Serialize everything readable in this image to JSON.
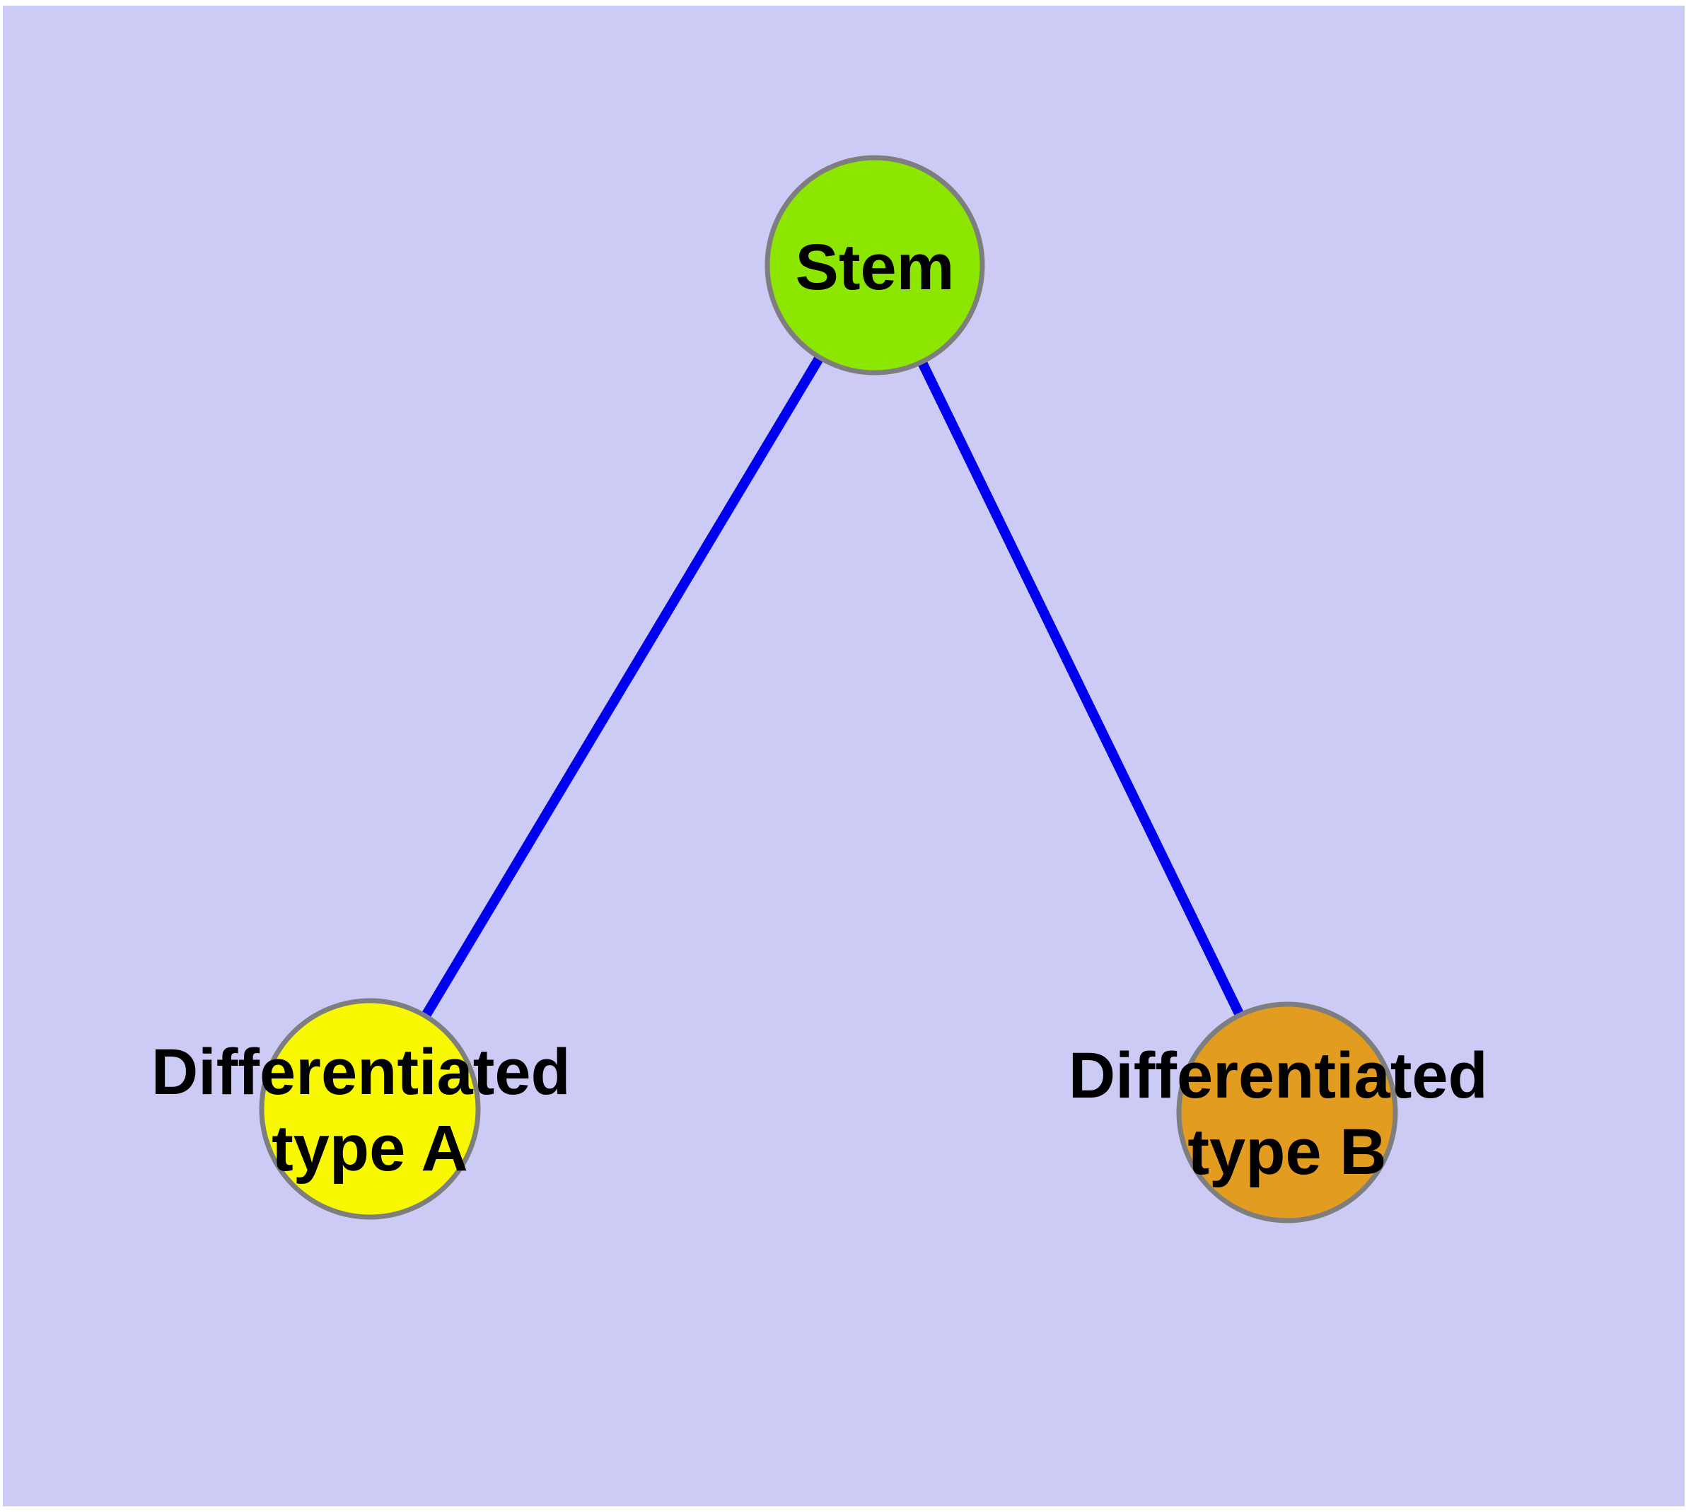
{
  "colors": {
    "page_margin": "#ffffff",
    "background": "#cbcbf5",
    "edge": "#0000f0",
    "node_border": "#7e7e7e",
    "label": "#000000"
  },
  "nodes": [
    {
      "id": "stem",
      "label": "Stem",
      "color": "#8ce600"
    },
    {
      "id": "type-a",
      "label_line1": "Differentiated",
      "label_line2": "type A",
      "color": "#f8f800"
    },
    {
      "id": "type-b",
      "label_line1": "Differentiated",
      "label_line2": "type B",
      "color": "#e29c20"
    }
  ],
  "edges": [
    {
      "source": "Stem",
      "target": "Differentiated type A"
    },
    {
      "source": "Stem",
      "target": "Differentiated type B"
    }
  ]
}
